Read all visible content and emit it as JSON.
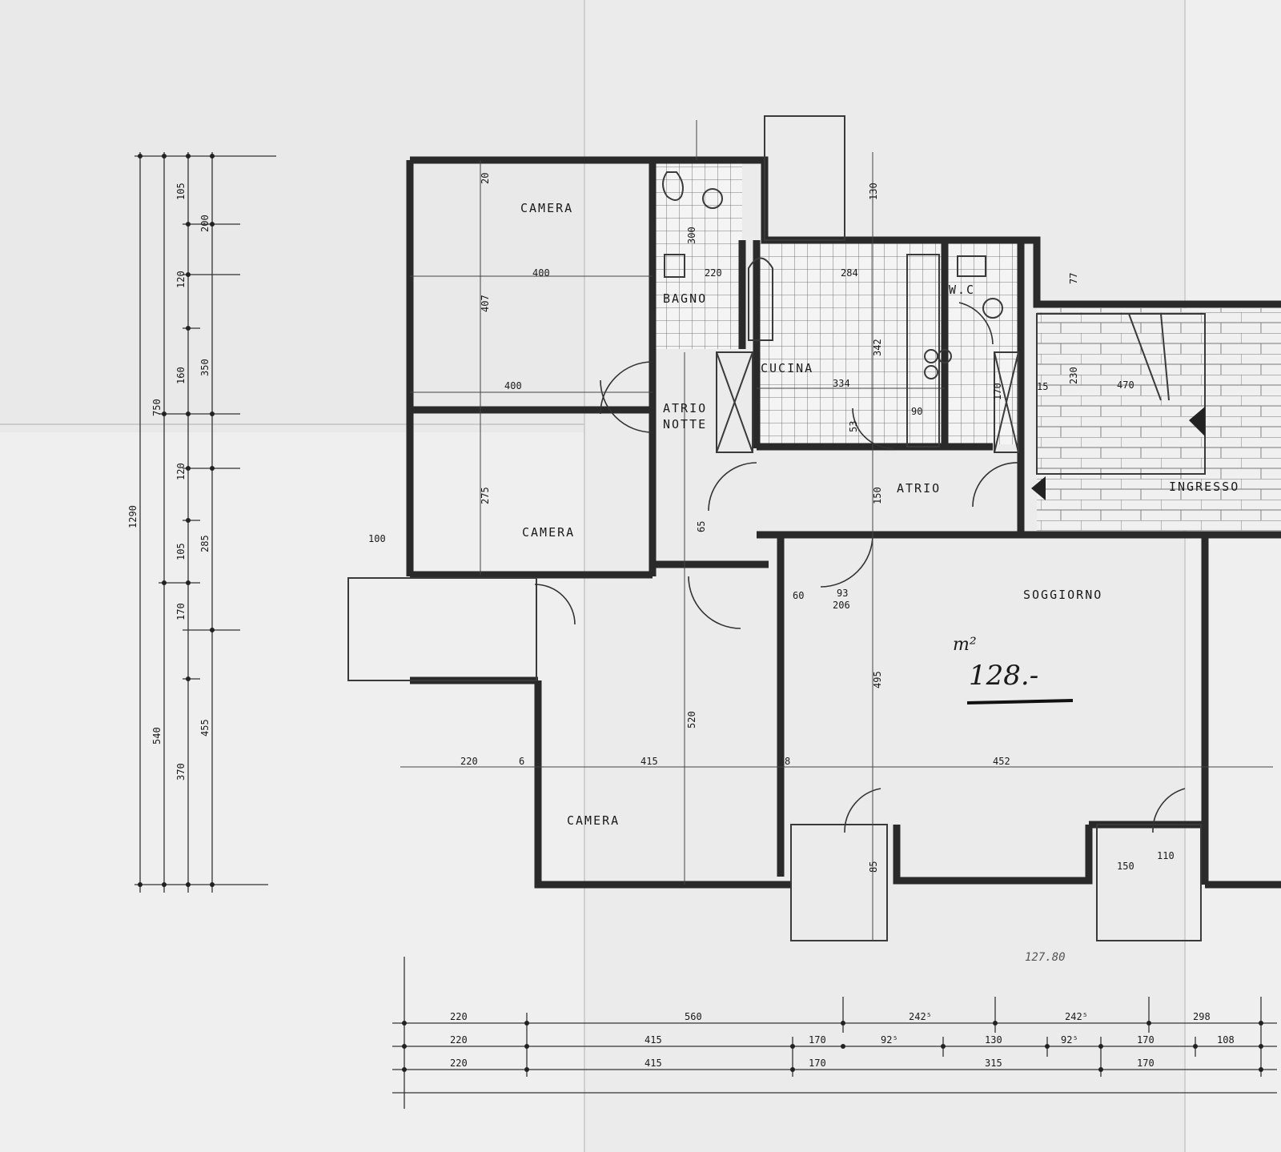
{
  "rooms": {
    "camera_top": "CAMERA",
    "bagno": "BAGNO",
    "cucina": "CUCINA",
    "wc": "W.C",
    "atrio_notte_1": "ATRIO",
    "atrio_notte_2": "NOTTE",
    "atrio": "ATRIO",
    "ingresso": "INGRESSO",
    "camera_mid": "CAMERA",
    "soggiorno": "SOGGIORNO",
    "camera_bottom": "CAMERA"
  },
  "area": {
    "unit": "m²",
    "value": "128.-",
    "note": "127.80"
  },
  "dims": {
    "camera_top_w": "400",
    "camera_top_w2": "400",
    "camera_top_h": "407",
    "bagno_w": "220",
    "bagno_h": "300",
    "cucina_w": "284",
    "cucina_w2": "334",
    "cucina_h": "342",
    "stairs_w": "470",
    "stairs_h": "230",
    "camera_mid_h": "275",
    "atrio_h": "150",
    "soggiorno_w": "452",
    "soggiorno_h": "495",
    "soggiorno_h2": "520",
    "camera_bottom_w": "415",
    "camera_bottom_w0": "220",
    "door_93": "93",
    "door_206": "206",
    "door_100": "100",
    "door_60": "60",
    "door_65": "65",
    "door_90": "90",
    "door_15": "15",
    "door_20": "20",
    "door_8": "8",
    "door_6": "6",
    "door_150": "150",
    "door_110": "110",
    "door_130": "130",
    "door_170": "170",
    "door_85": "85",
    "door_53": "53",
    "door_77": "77"
  },
  "left_chain": {
    "col1": [
      "1290"
    ],
    "col2": [
      "750",
      "540"
    ],
    "col3": [
      "105",
      "120",
      "160",
      "120",
      "105",
      "170",
      "370"
    ],
    "col4": [
      "200",
      "350",
      "285",
      "455"
    ]
  },
  "bottom_chain": {
    "row1": [
      "220",
      "560",
      "242⁵",
      "242⁵",
      "298"
    ],
    "row2": [
      "220",
      "415",
      "170",
      "92⁵",
      "130",
      "92⁵",
      "170",
      "108"
    ],
    "row3": [
      "220",
      "415",
      "170",
      "315",
      "170"
    ]
  }
}
